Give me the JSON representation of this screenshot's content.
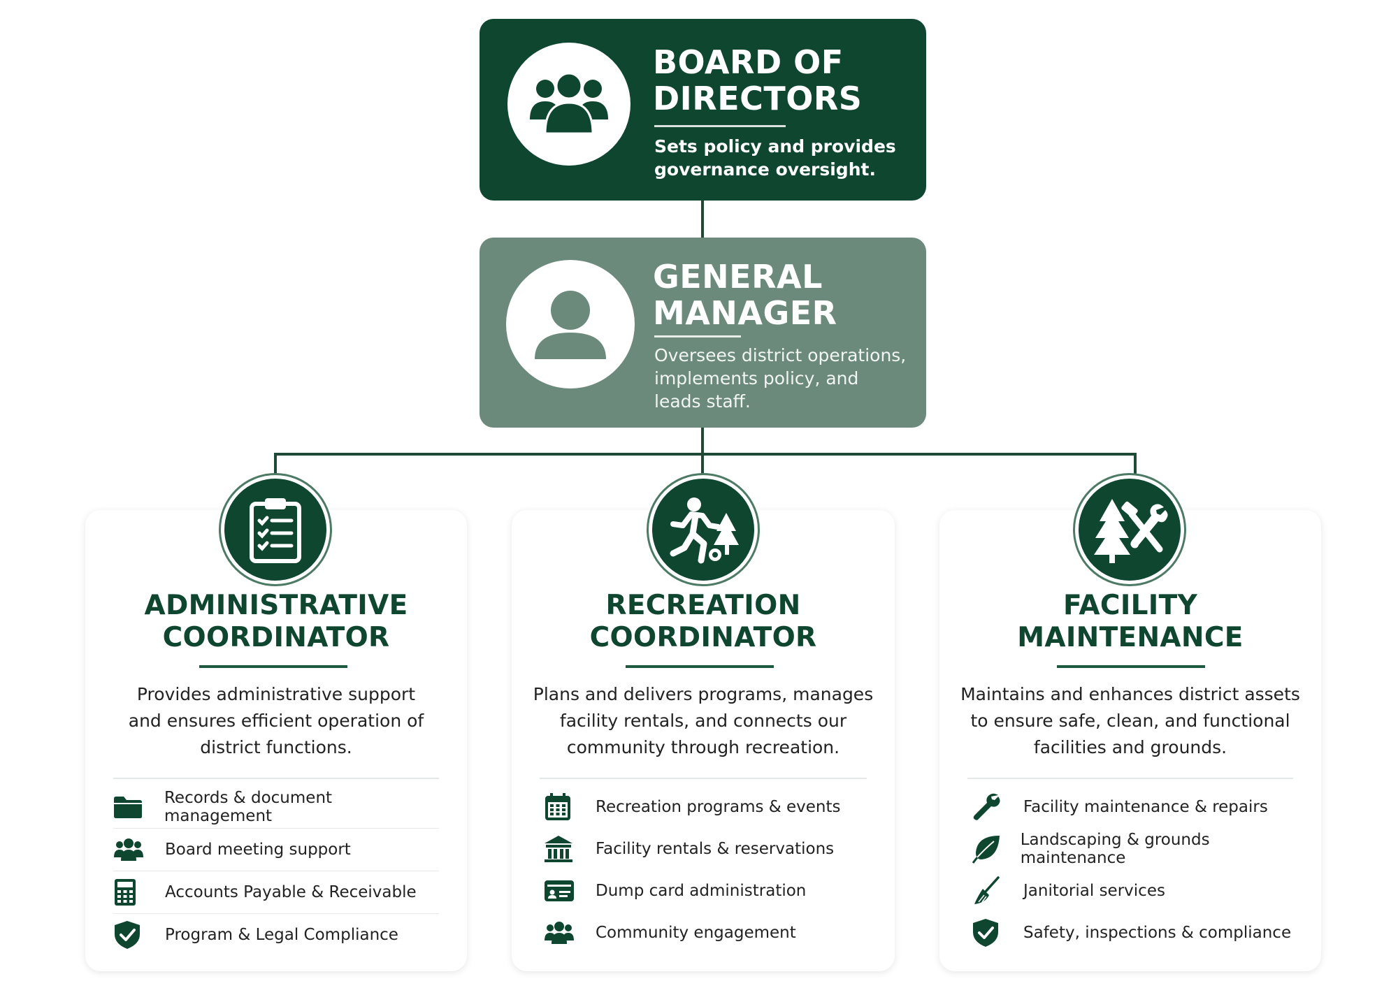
{
  "colors": {
    "dark_green": "#0f4630",
    "muted_green": "#6b8a7b",
    "line": "#1e4a37",
    "text": "#222222"
  },
  "board": {
    "icon": "people-group-icon",
    "title": "BOARD OF\nDIRECTORS",
    "description": "Sets policy and provides\ngovernance oversight."
  },
  "general_manager": {
    "icon": "person-icon",
    "title": "GENERAL\nMANAGER",
    "description": "Oversees district operations,\nimplements policy, and\nleads staff."
  },
  "cards": [
    {
      "icon": "clipboard-checklist-icon",
      "title": "ADMINISTRATIVE\nCOORDINATOR",
      "description": "Provides administrative support\nand ensures efficient operation of\ndistrict functions.",
      "items": [
        {
          "icon": "folder-icon",
          "label": "Records & document management"
        },
        {
          "icon": "people-icon",
          "label": "Board meeting support"
        },
        {
          "icon": "calculator-icon",
          "label": "Accounts Payable & Receivable"
        },
        {
          "icon": "shield-check-icon",
          "label": "Program & Legal Compliance"
        }
      ]
    },
    {
      "icon": "recreation-runner-tree-icon",
      "title": "RECREATION\nCOORDINATOR",
      "description": "Plans and delivers programs, manages\nfacility rentals, and connects our\ncommunity through recreation.",
      "items": [
        {
          "icon": "calendar-icon",
          "label": "Recreation programs & events"
        },
        {
          "icon": "building-icon",
          "label": "Facility rentals & reservations"
        },
        {
          "icon": "id-card-icon",
          "label": "Dump card administration"
        },
        {
          "icon": "people-icon",
          "label": "Community engagement"
        }
      ]
    },
    {
      "icon": "tree-tools-icon",
      "title": "FACILITY\nMAINTENANCE",
      "description": "Maintains and enhances district assets\nto ensure safe, clean, and functional\nfacilities and grounds.",
      "items": [
        {
          "icon": "wrench-icon",
          "label": "Facility maintenance & repairs"
        },
        {
          "icon": "leaf-icon",
          "label": "Landscaping & grounds maintenance"
        },
        {
          "icon": "broom-icon",
          "label": "Janitorial services"
        },
        {
          "icon": "shield-check-icon",
          "label": "Safety, inspections & compliance"
        }
      ]
    }
  ]
}
